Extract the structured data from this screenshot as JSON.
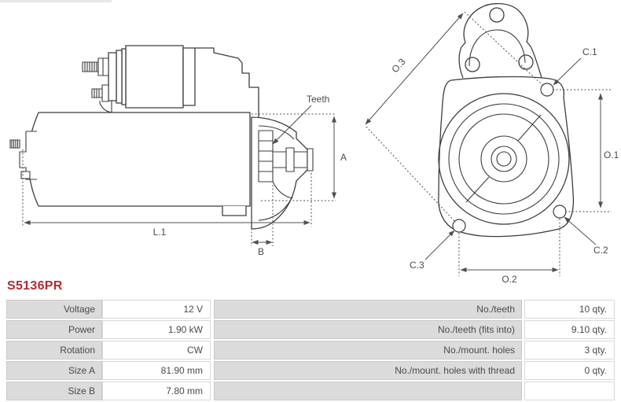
{
  "part_number": "S5136PR",
  "colors": {
    "accent": "#ae2c30",
    "line": "#3c3c3c",
    "dim": "#4f4f4f"
  },
  "diagram": {
    "side_view": {
      "teeth_label": "Teeth",
      "dim_a": "A",
      "dim_l1": "L.1",
      "dim_b": "B"
    },
    "front_view": {
      "dim_o3": "O.3",
      "dim_c1": "C.1",
      "dim_o1": "O.1",
      "dim_c2": "C.2",
      "dim_o2": "O.2",
      "dim_c3": "C.3"
    }
  },
  "specs": {
    "left": [
      {
        "label": "Voltage",
        "value": "12 V"
      },
      {
        "label": "Power",
        "value": "1.90 kW"
      },
      {
        "label": "Rotation",
        "value": "CW"
      },
      {
        "label": "Size A",
        "value": "81.90 mm"
      },
      {
        "label": "Size B",
        "value": "7.80 mm"
      }
    ],
    "right": [
      {
        "label": "No./teeth",
        "value": "10 qty."
      },
      {
        "label": "No./teeth (fits into)",
        "value": "9.10 qty."
      },
      {
        "label": "No./mount. holes",
        "value": "3 qty."
      },
      {
        "label": "No./mount. holes with thread",
        "value": "0 qty."
      },
      {
        "label": "",
        "value": ""
      }
    ]
  }
}
